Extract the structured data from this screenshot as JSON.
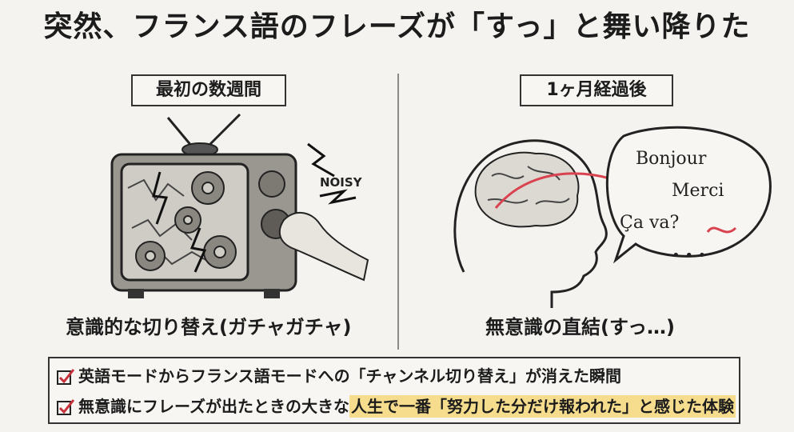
{
  "title": "突然、フランス語のフレーズが「すっ」と舞い降りた",
  "left_panel": {
    "label": "最初の数週間",
    "noise_text": "NOISY",
    "caption": "意識的な切り替え(ガチャガチャ)"
  },
  "right_panel": {
    "label": "1ヶ月経過後",
    "speech_lines": [
      "Bonjour",
      "Merci",
      "Ça va?"
    ],
    "speech_ellipsis": "• • •",
    "caption": "無意識の直結(すっ…)"
  },
  "points": [
    {
      "text": "英語モードからフランス語モードへの「チャンネル切り替え」が消えた瞬間"
    },
    {
      "text_before": "無意識にフレーズが出たときの大きな",
      "highlight": "人生で一番「努力した分だけ報われた」と感じた体験"
    }
  ],
  "colors": {
    "accent_red": "#d9434f",
    "highlight_yellow": "#f6dd8e",
    "check_red": "#c8323b"
  }
}
